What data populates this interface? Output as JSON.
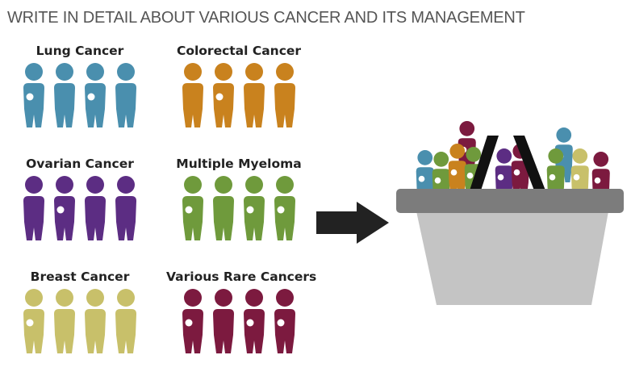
{
  "title": "WRITE IN DETAIL ABOUT VARIOUS  CANCER AND ITS MANAGEMENT",
  "groups": [
    {
      "label": "Lung Cancer",
      "color": "#4a8fae",
      "dots": [
        0,
        2
      ]
    },
    {
      "label": "Colorectal Cancer",
      "color": "#c9821e",
      "dots": [
        1
      ]
    },
    {
      "label": "Ovarian Cancer",
      "color": "#5c2d83",
      "dots": [
        1
      ]
    },
    {
      "label": "Multiple Myeloma",
      "color": "#6f9a3c",
      "dots": [
        0,
        2,
        3
      ]
    },
    {
      "label": "Breast Cancer",
      "color": "#c8c06a",
      "dots": [
        0
      ]
    },
    {
      "label": "Various Rare Cancers",
      "color": "#7c1a3f",
      "dots": [
        0,
        2,
        3
      ]
    }
  ],
  "colors": {
    "arrow": "#222222",
    "basket_rim": "#7c7c7c",
    "basket_body": "#c4c4c4",
    "handle": "#111111"
  }
}
